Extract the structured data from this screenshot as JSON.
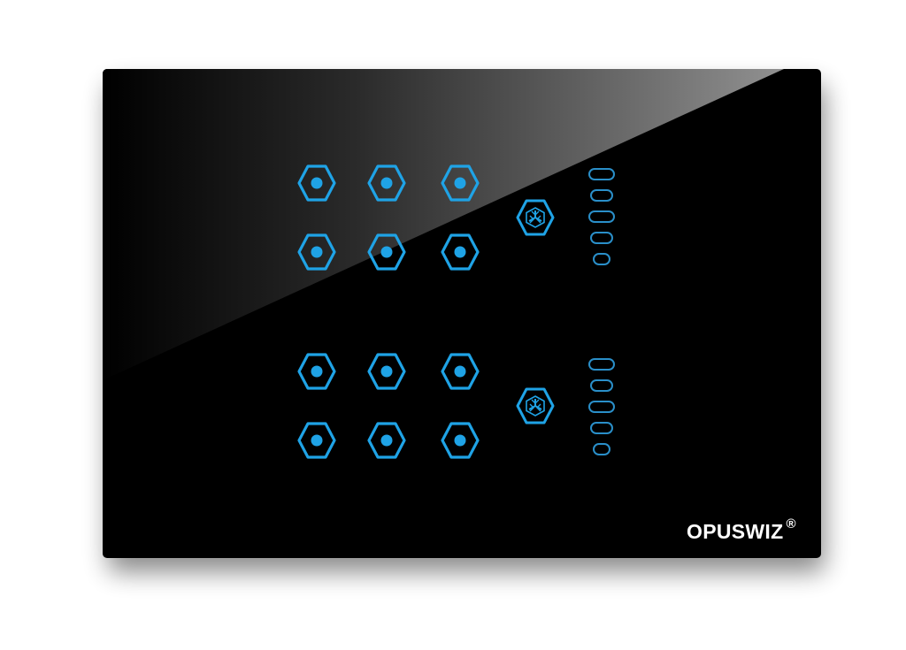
{
  "brand": {
    "name": "OPUSWIZ",
    "mark": "®"
  },
  "colors": {
    "panel": "#000000",
    "accent": "#1fa3e6",
    "slider_segment": "#2a8fc9",
    "brand_text": "#ffffff",
    "background": "#ffffff"
  },
  "upper_group": {
    "buttons": [
      "button",
      "button",
      "button",
      "button",
      "button",
      "button"
    ],
    "scene_icon": "scene-icon",
    "slider_segments": 5
  },
  "lower_group": {
    "buttons": [
      "button",
      "button",
      "button",
      "button",
      "button",
      "button"
    ],
    "scene_icon": "scene-icon",
    "slider_segments": 5
  }
}
